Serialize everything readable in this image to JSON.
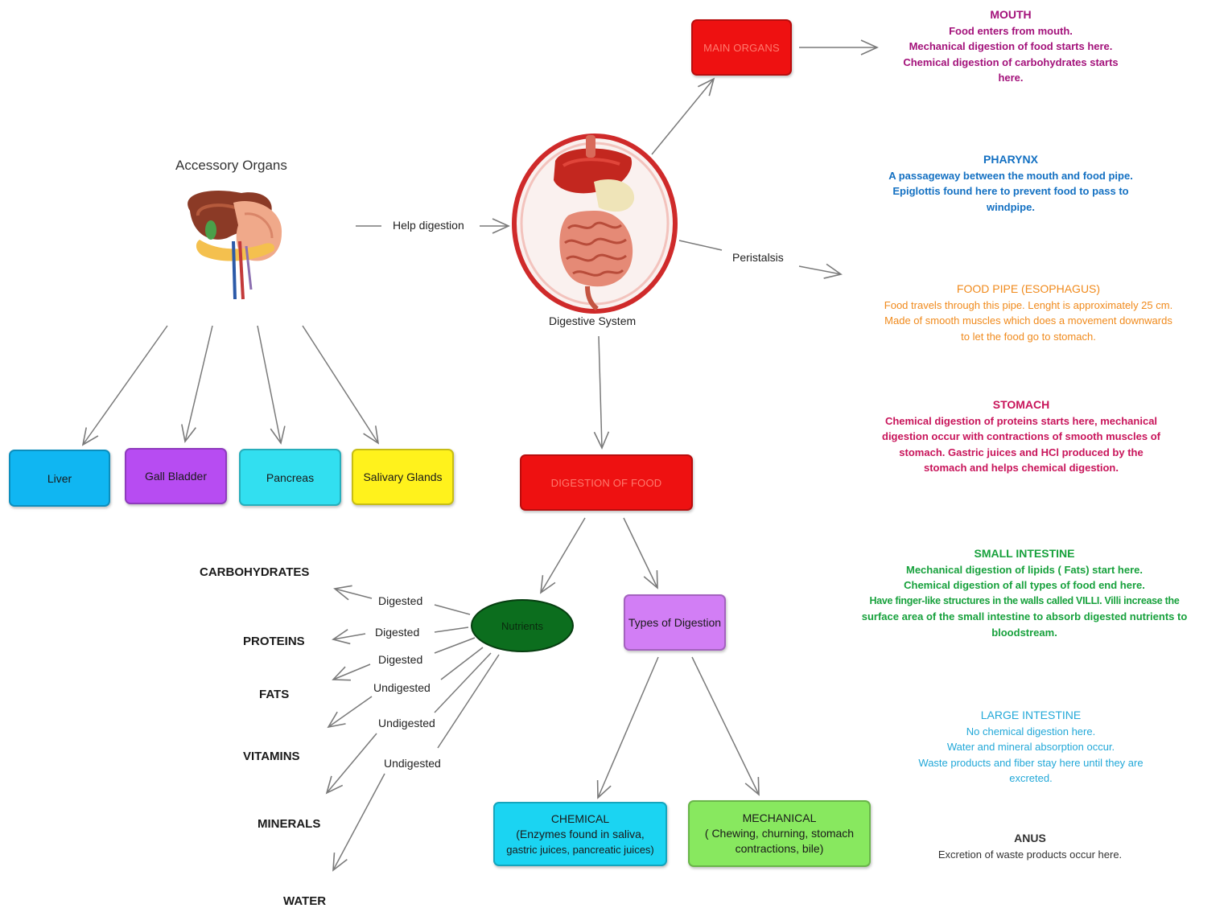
{
  "accessory": {
    "title": "Accessory Organs",
    "organs": [
      {
        "label": "Liver",
        "color": "#10b6f2"
      },
      {
        "label": "Gall Bladder",
        "color": "#b74cf2"
      },
      {
        "label": "Pancreas",
        "color": "#32dff0"
      },
      {
        "label": "Salivary Glands",
        "color": "#fff21c"
      }
    ]
  },
  "center": {
    "help_label": "Help digestion",
    "system_label": "Digestive System",
    "peristalsis_label": "Peristalsis"
  },
  "main_organs": "MAIN ORGANS",
  "digestion_of_food": "DIGESTION OF FOOD",
  "nutrients": {
    "label": "Nutrients",
    "color": "#0c6e1e",
    "items": [
      {
        "name": "CARBOHYDRATES",
        "status": "Digested"
      },
      {
        "name": "PROTEINS",
        "status": "Digested"
      },
      {
        "name": "FATS",
        "status": "Digested"
      },
      {
        "name": "VITAMINS",
        "status": "Undigested"
      },
      {
        "name": "MINERALS",
        "status": "Undigested"
      },
      {
        "name": "WATER",
        "status": "Undigested"
      }
    ]
  },
  "types_of_digestion": {
    "label": "Types of Digestion",
    "color": "#d27ef5",
    "chemical": {
      "title": "CHEMICAL",
      "line1": "(Enzymes found in saliva,",
      "line2": "gastric juices, pancreatic juices)",
      "color": "#1bd4f2"
    },
    "mechanical": {
      "title": "MECHANICAL",
      "line1": "( Chewing, churning, stomach",
      "line2": "contractions, bile)",
      "color": "#88e85f"
    }
  },
  "organs_info": [
    {
      "title": "MOUTH",
      "lines": [
        "Food enters from mouth.",
        "Mechanical digestion of food starts here.",
        "Chemical digestion of carbohydrates starts",
        "here."
      ],
      "color": "#a3117a"
    },
    {
      "title": "PHARYNX",
      "lines": [
        "A passageway between the mouth and food pipe.",
        "Epiglottis found here to prevent food to pass to",
        "windpipe."
      ],
      "color": "#1370c2"
    },
    {
      "title": "FOOD PIPE (ESOPHAGUS)",
      "lines": [
        "Food travels through this pipe. Lenght is approximately 25 cm.",
        "Made of smooth muscles which does a movement downwards",
        "to let the food go to stomach."
      ],
      "color": "#f08a1c"
    },
    {
      "title": "STOMACH",
      "lines": [
        "Chemical digestion of proteins starts here, mechanical",
        "digestion occur with contractions of smooth muscles of",
        "stomach. Gastric juices and HCl produced by the",
        "stomach and helps chemical digestion."
      ],
      "color": "#c8145a"
    },
    {
      "title": "SMALL INTESTINE",
      "lines": [
        "Mechanical digestion of lipids ( Fats) start here.",
        "Chemical digestion of all types of food end here.",
        "Have finger-like structures in the walls called VILLI. Villi increase the",
        "surface area of the small intestine to absorb digested nutrients to",
        "bloodstream."
      ],
      "color": "#17a13c"
    },
    {
      "title": "LARGE INTESTINE",
      "lines": [
        "No chemical digestion here.",
        "Water and mineral absorption occur.",
        "Waste products and fiber stay here until they are",
        "excreted."
      ],
      "color": "#22a8d8"
    },
    {
      "title": "ANUS",
      "lines": [
        "Excretion of waste products occur here."
      ],
      "color": "#333333"
    }
  ]
}
